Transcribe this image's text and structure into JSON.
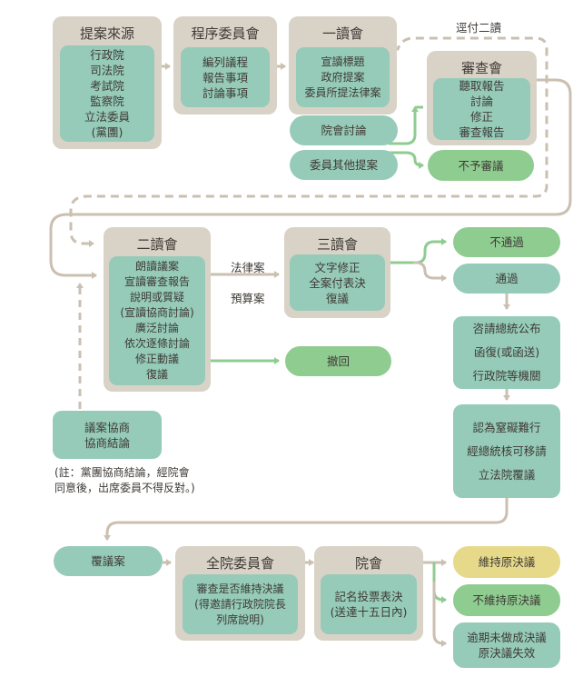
{
  "proposal": {
    "title": "提案來源",
    "items": [
      "行政院",
      "司法院",
      "考試院",
      "監察院",
      "立法委員",
      "(黨團)"
    ]
  },
  "procedure": {
    "title": "程序委員會",
    "items": [
      "編列議程",
      "報告事項",
      "討論事項"
    ]
  },
  "first_reading": {
    "title": "一讀會",
    "items": [
      "宣讀標題",
      "政府提案",
      "委員所提法律案"
    ]
  },
  "plenary_discussion": "院會討論",
  "member_other_proposal": "委員其他提案",
  "refer_second_reading": "逕付二讀",
  "committee": {
    "title": "審查會",
    "items": [
      "聽取報告",
      "討論",
      "修正",
      "審查報告"
    ]
  },
  "no_review": "不予審議",
  "second_reading": {
    "title": "二讀會",
    "items": [
      "朗讀議案",
      "宣讀審查報告",
      "說明或質疑",
      "(宣讀協商討論)",
      "廣泛討論",
      "依次逐條討論",
      "修正動議",
      "復議"
    ]
  },
  "law_bill_label": "法律案",
  "budget_bill_label": "預算案",
  "third_reading": {
    "title": "三讀會",
    "items": [
      "文字修正",
      "全案付表決",
      "復議"
    ]
  },
  "withdraw": "撤回",
  "not_passed": "不通過",
  "passed": "通過",
  "promulgation": [
    "咨請總統公布",
    "函復(或函送)",
    "行政院等機關"
  ],
  "veto": [
    "認為窒礙難行",
    "經總統核可移請",
    "立法院覆議"
  ],
  "negotiation": [
    "議案協商",
    "協商結論"
  ],
  "note": [
    "(註：黨團協商結論，經院會",
    "同意後，出席委員不得反對。)"
  ],
  "reconsider_case": "覆議案",
  "whole_committee": {
    "title": "全院委員會",
    "items": [
      "審查是否維持決議",
      "(得邀請行政院院長",
      "列席說明)"
    ]
  },
  "plenary": {
    "title": "院會",
    "items": [
      "記名投票表決",
      "(送達十五日內)"
    ]
  },
  "maintain": "維持原決議",
  "not_maintain": "不維持原決議",
  "overdue": [
    "逾期未做成決議",
    "原決議失效"
  ],
  "colors": {
    "box_bg": "#d9d2c6",
    "teal": "#96cbb9",
    "green": "#8fcc90",
    "yellow": "#e6d98a",
    "line": "#cbbfb0",
    "green_line": "#8fcc90"
  }
}
